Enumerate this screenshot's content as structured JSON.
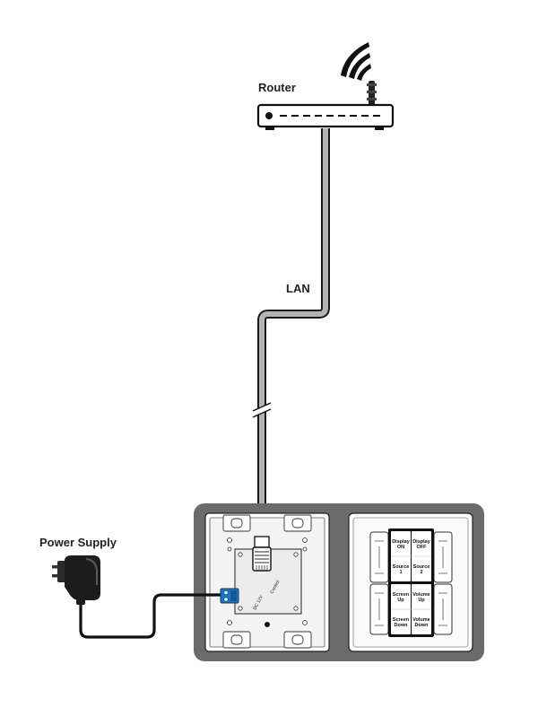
{
  "labels": {
    "router": "Router",
    "lan": "LAN",
    "power_supply": "Power Supply"
  },
  "keypad": {
    "buttons": [
      {
        "line1": "Display",
        "line2": "ON"
      },
      {
        "line1": "Display",
        "line2": "OFF"
      },
      {
        "line1": "Source",
        "line2": "1"
      },
      {
        "line1": "Source",
        "line2": "2"
      },
      {
        "line1": "Screen",
        "line2": "Up"
      },
      {
        "line1": "Volume",
        "line2": "Up"
      },
      {
        "line1": "Screen",
        "line2": "Down"
      },
      {
        "line1": "Volume",
        "line2": "Down"
      }
    ]
  },
  "rear_panel": {
    "port_dc": "DC 12V",
    "port_lan": "Control"
  },
  "colors": {
    "cable_gray": "#b4b4b4",
    "cable_outline": "#1a1a1a",
    "frame_gray": "#6b6b6b",
    "terminal_blue": "#1b76c4",
    "adapter_black": "#1c1c1c"
  }
}
